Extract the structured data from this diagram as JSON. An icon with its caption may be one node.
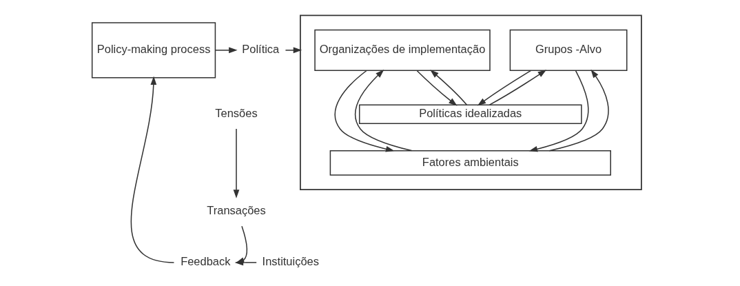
{
  "diagram": {
    "nodes": [
      {
        "text": [
          "Policy-making process"
        ]
      },
      {
        "text": [
          "Política"
        ]
      },
      {
        "text": [],
        "shape": "box"
      },
      {
        "text": [
          "Organizações de implementação"
        ],
        "in": 2
      },
      {
        "text": [
          "Grupos -Alvo"
        ],
        "in": 2
      },
      {
        "text": [
          "Políticas idealizadas"
        ],
        "in": 2
      },
      {
        "text": [
          "Fatores ambientais"
        ],
        "in": 2
      },
      {
        "text": [
          "Tensões"
        ]
      },
      {
        "text": [
          "Transações"
        ]
      },
      {
        "text": [
          "Instituições"
        ]
      },
      {
        "text": [
          "Feedback"
        ]
      }
    ],
    "edges": [
      {
        "from": 0,
        "to": 1,
        "arrow": "to"
      },
      {
        "from": 1,
        "to": 2,
        "arrow": "to"
      },
      {
        "from": 6,
        "to": 3,
        "arrow": "to"
      },
      {
        "from": 3,
        "to": 6,
        "arrow": "to"
      },
      {
        "from": 5,
        "to": 3,
        "arrow": "to"
      },
      {
        "from": 3,
        "to": 5,
        "arrow": "to"
      },
      {
        "from": 5,
        "to": 4,
        "arrow": "to"
      },
      {
        "from": 4,
        "to": 5,
        "arrow": "to"
      },
      {
        "from": 6,
        "to": 4,
        "arrow": "to"
      },
      {
        "from": 4,
        "to": 6,
        "arrow": "to"
      },
      {
        "from": 7,
        "to": 8,
        "arrow": "to"
      },
      {
        "from": 8,
        "to": 10,
        "arrow": "to"
      },
      {
        "from": 9,
        "to": 10,
        "arrow": "to"
      },
      {
        "from": 10,
        "to": 0,
        "arrow": "to"
      }
    ]
  }
}
